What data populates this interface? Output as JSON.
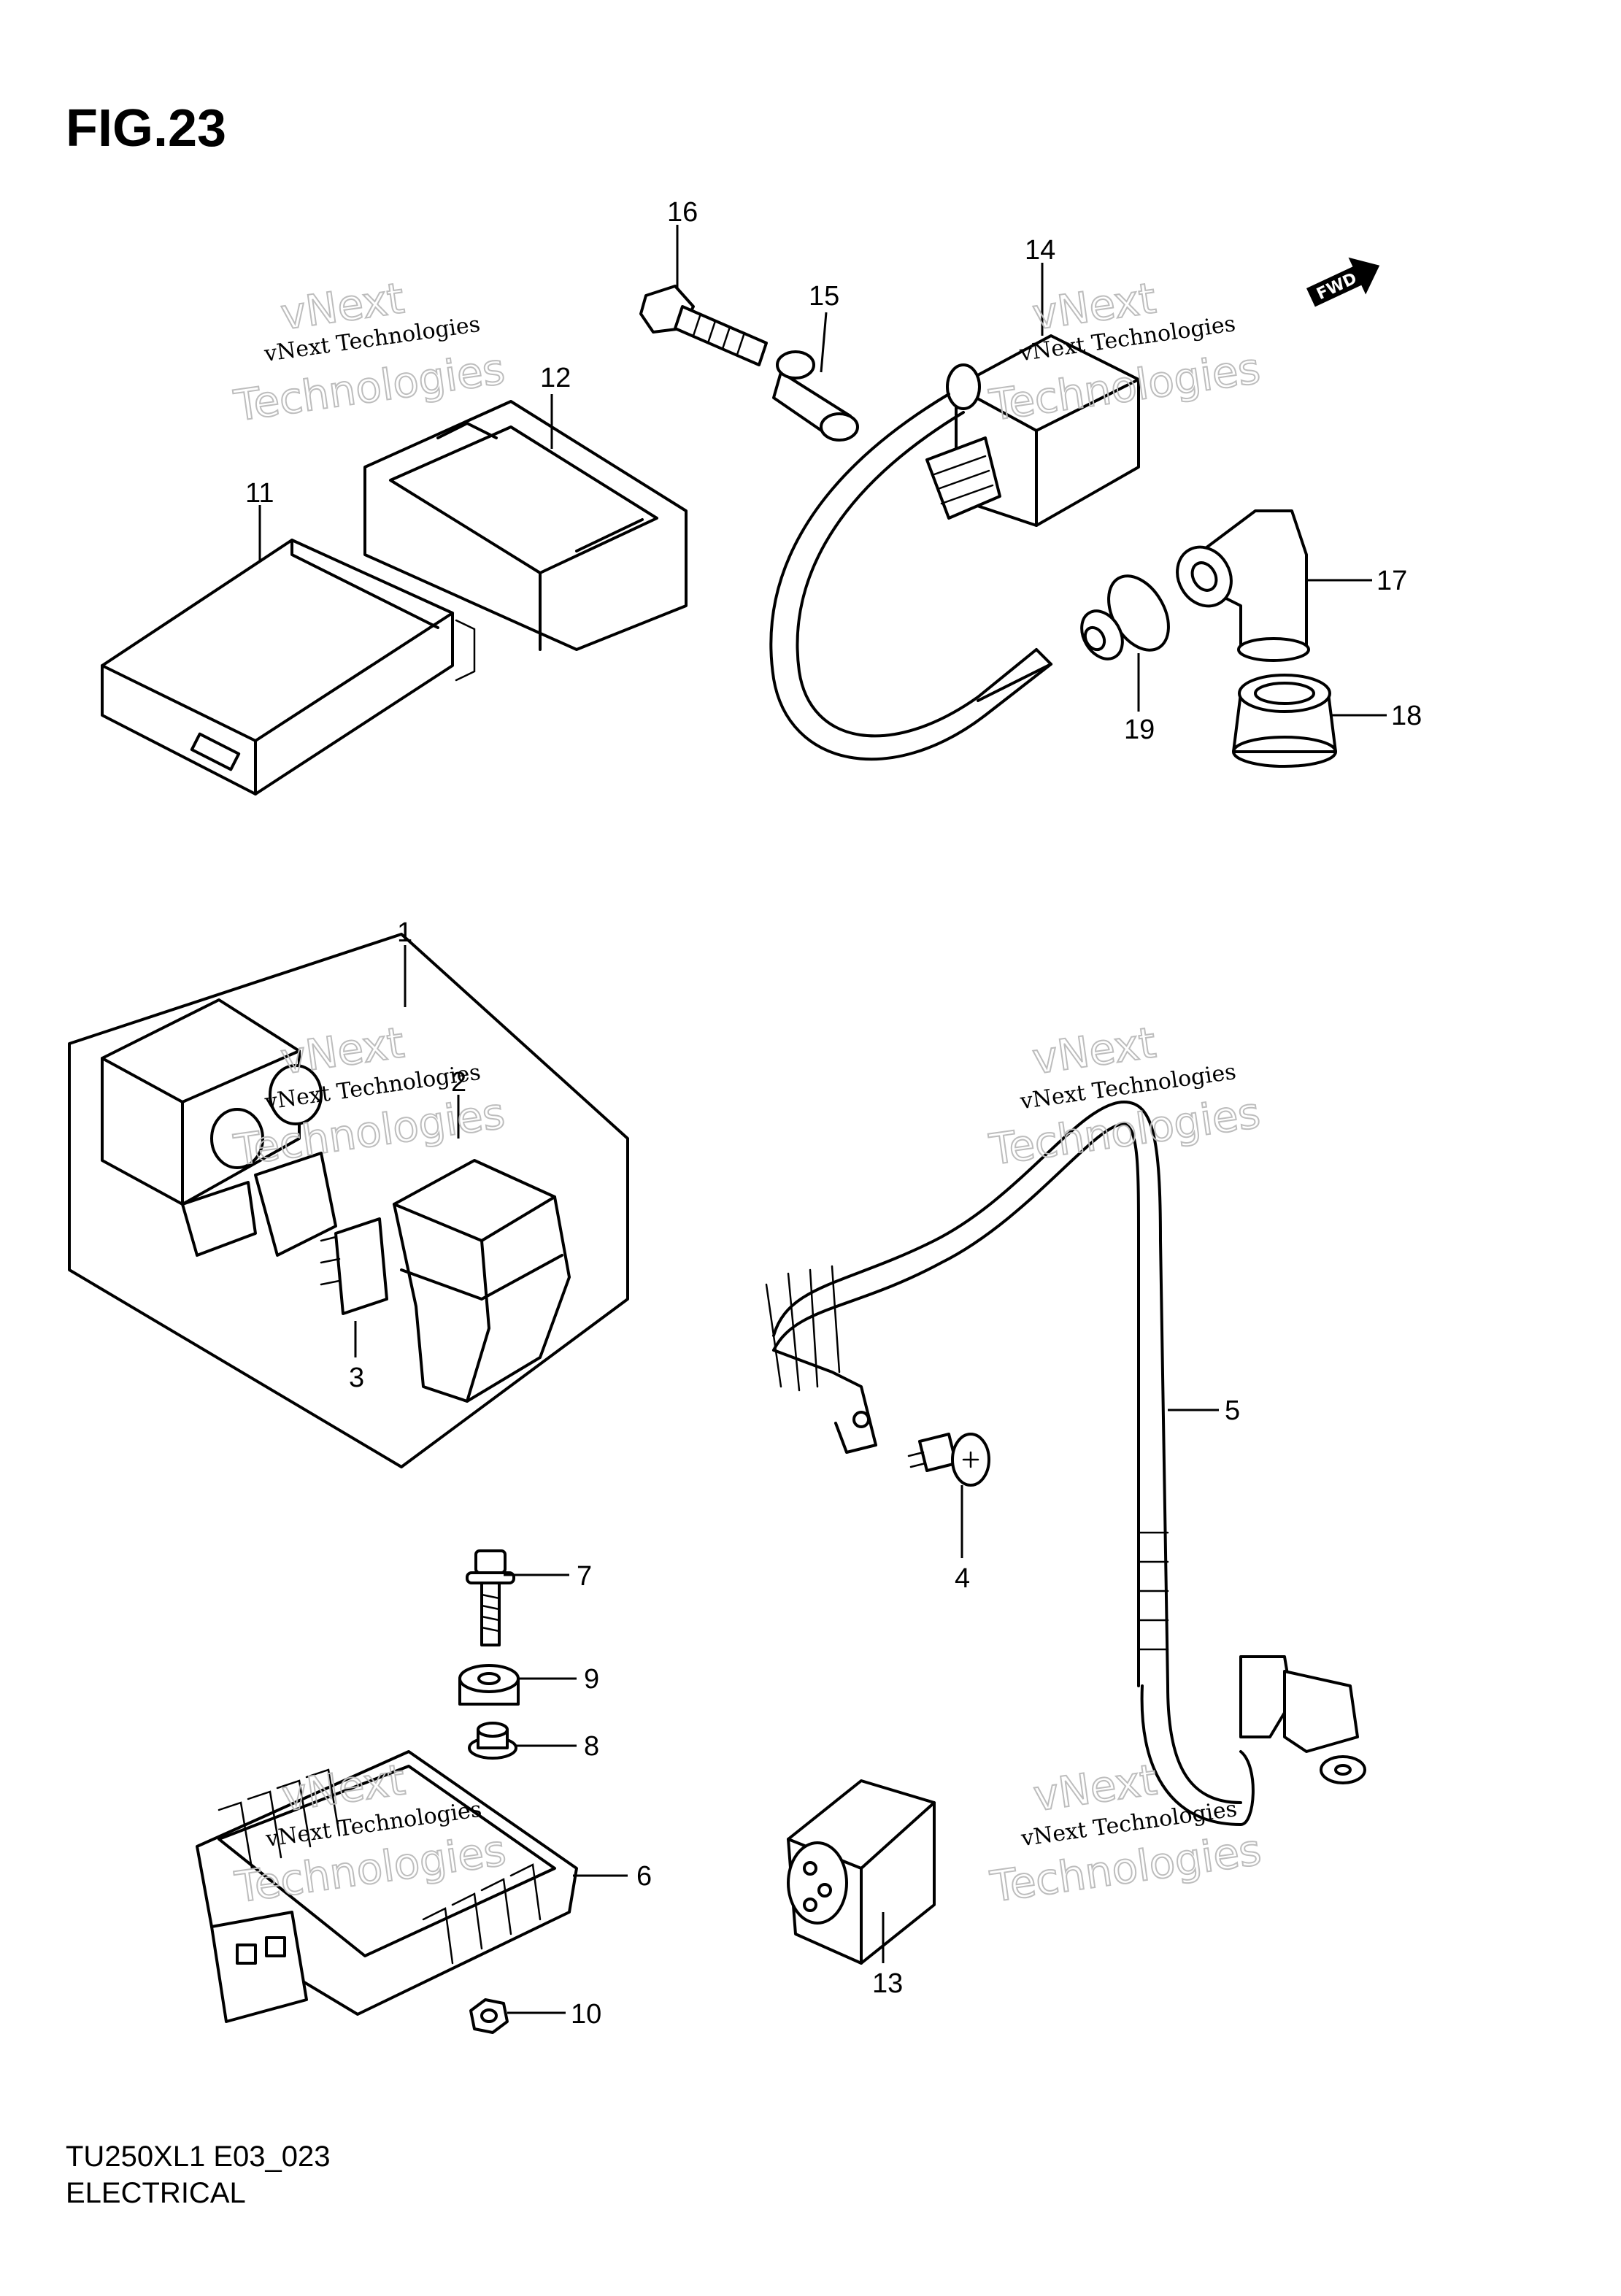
{
  "figure": {
    "title": "FIG.23"
  },
  "footer": {
    "model_code": "TU250XL1 E03_023",
    "section": "ELECTRICAL"
  },
  "fwd_badge": "FWD",
  "watermark": {
    "line_small": "vNext Technologies",
    "line_big_a": "vNext",
    "line_big_b": "Technologies"
  },
  "callouts": [
    "1",
    "2",
    "3",
    "4",
    "5",
    "6",
    "7",
    "8",
    "9",
    "10",
    "11",
    "12",
    "13",
    "14",
    "15",
    "16",
    "17",
    "18",
    "19"
  ]
}
